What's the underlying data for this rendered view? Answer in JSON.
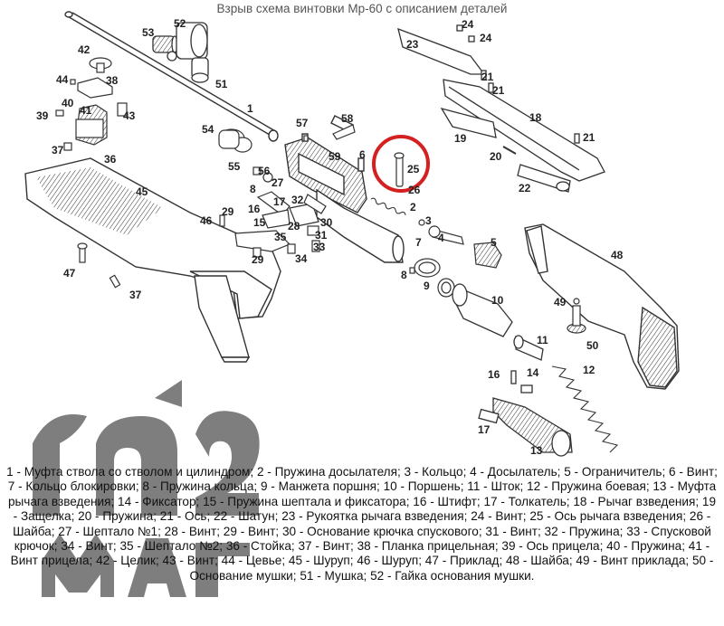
{
  "title": "Взрыв схема винтовки Мр-60 с описанием деталей",
  "part_numbers": [
    "1",
    "2",
    "3",
    "4",
    "5",
    "6",
    "7",
    "8",
    "8",
    "9",
    "10",
    "11",
    "12",
    "13",
    "14",
    "15",
    "16",
    "16",
    "17",
    "17",
    "18",
    "19",
    "20",
    "21",
    "21",
    "21",
    "22",
    "23",
    "24",
    "24",
    "25",
    "26",
    "27",
    "28",
    "29",
    "29",
    "30",
    "31",
    "32",
    "33",
    "34",
    "35",
    "36",
    "37",
    "37",
    "38",
    "39",
    "40",
    "41",
    "42",
    "43",
    "44",
    "45",
    "46",
    "47",
    "48",
    "49",
    "50",
    "51",
    "52",
    "53",
    "54",
    "55",
    "56",
    "57",
    "58",
    "59"
  ],
  "legend": [
    "1 - Муфта ствола со стволом и цилиндром;",
    "2 - Пружина досылателя;",
    "3 - Кольцо;",
    "4 - Досылатель;",
    "5 - Ограничитель;",
    "6 - Винт;",
    "7 - Кольцо блокировки;",
    "8 - Пружина кольца;",
    "9 - Манжета поршня;",
    "10 - Поршень;",
    "11 - Шток;",
    "12 - Пружина боевая;",
    "13 - Муфта рычага взведения;",
    "14 - Фиксатор;",
    "15 - Пружина шептала и фиксатора;",
    "16 - Штифт;",
    "17 - Толкатель;",
    "18 - Рычаг взведения;",
    "19 - Защелка;",
    "20 - Пружина;",
    "21 - Ось;",
    "22 - Шатун;",
    "23 - Рукоятка рычага взведения;",
    "24 - Винт;",
    "25 - Ось рычага взведения;",
    "26 - Шайба;",
    "27 - Шептало №1;",
    "28 - Винт;",
    "29 - Винт;",
    "30 - Основание крючка спускового;",
    "31 - Винт;",
    "32 - Пружина;",
    "33 - Спусковой крючок;",
    "34 - Винт;",
    "35 - Шептало №2;",
    "36 - Стойка;",
    "37 - Винт;",
    "38 - Планка прицельная;",
    "39 - Ось прицела;",
    "40 - Пружина;",
    "41 - Винт прицела;",
    "42 - Целик;",
    "43 - Винт;",
    "44 - Цевье;",
    "45 - Шуруп;",
    "46 - Шуруп;",
    "47 - Приклад;",
    "48 - Шайба;",
    "49 - Винт приклада;",
    "50 - Основание мушки;",
    "51 - Мушка;",
    "52 - Гайка основания мушки."
  ],
  "colors": {
    "highlight": "#d42020",
    "line": "#333333",
    "watermark": "#5a5a5a"
  }
}
